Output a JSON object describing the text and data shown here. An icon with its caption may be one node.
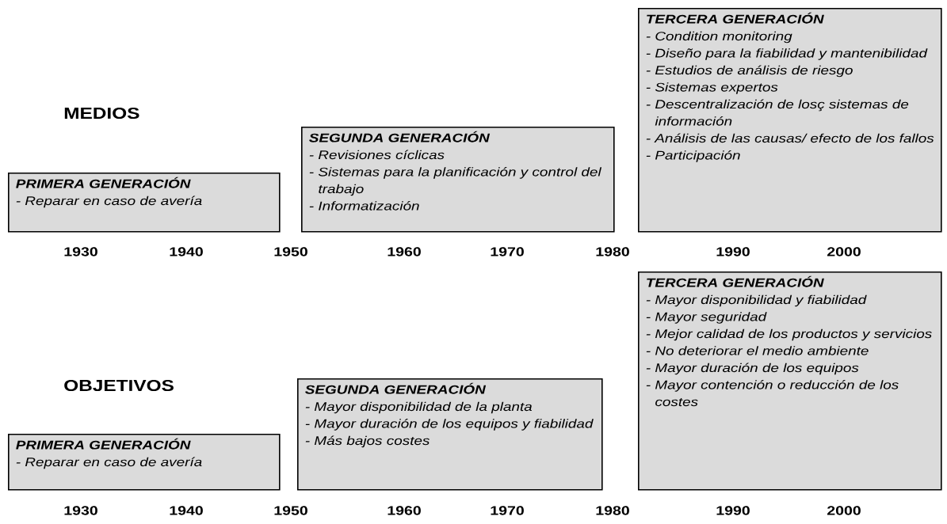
{
  "diagram": {
    "nodes": [
      {
        "text": [
          "PRIMERA GENERACIÓN",
          "- Reparar en caso de avería"
        ]
      },
      {
        "text": [
          "SEGUNDA GENERACIÓN",
          "- Revisiones cíclicas",
          "- Sistemas para la planificación y control del trabajo",
          "- Informatización"
        ]
      },
      {
        "text": [
          "TERCERA GENERACIÓN",
          "- Condition monitoring",
          "- Diseño para la fiabilidad y mantenibilidad",
          "- Estudios de análisis de riesgo",
          "- Sistemas expertos",
          "- Descentralización de losç sistemas de información",
          "- Análisis de las causas/ efecto de los fallos",
          "- Participación"
        ]
      },
      {
        "text": [
          "PRIMERA GENERACIÓN",
          "- Reparar en caso de avería"
        ]
      },
      {
        "text": [
          "SEGUNDA GENERACIÓN",
          "- Mayor disponibilidad de la planta",
          "- Mayor duración de los equipos y fiabilidad",
          "- Más bajos costes"
        ]
      },
      {
        "text": [
          "TERCERA GENERACIÓN",
          "- Mayor disponibilidad y fiabilidad",
          "- Mayor seguridad",
          "- Mejor calidad de los productos y servicios",
          "- No deteriorar el medio ambiente",
          "- Mayor duración de los equipos",
          "- Mayor contención o reducción de los costes"
        ]
      }
    ],
    "labels": [
      "MEDIOS",
      "1930",
      "1940",
      "1950",
      "1960",
      "1970",
      "1980",
      "1990",
      "2000",
      "OBJETIVOS",
      "1930",
      "1940",
      "1950",
      "1960",
      "1970",
      "1980",
      "1990",
      "2000"
    ]
  }
}
